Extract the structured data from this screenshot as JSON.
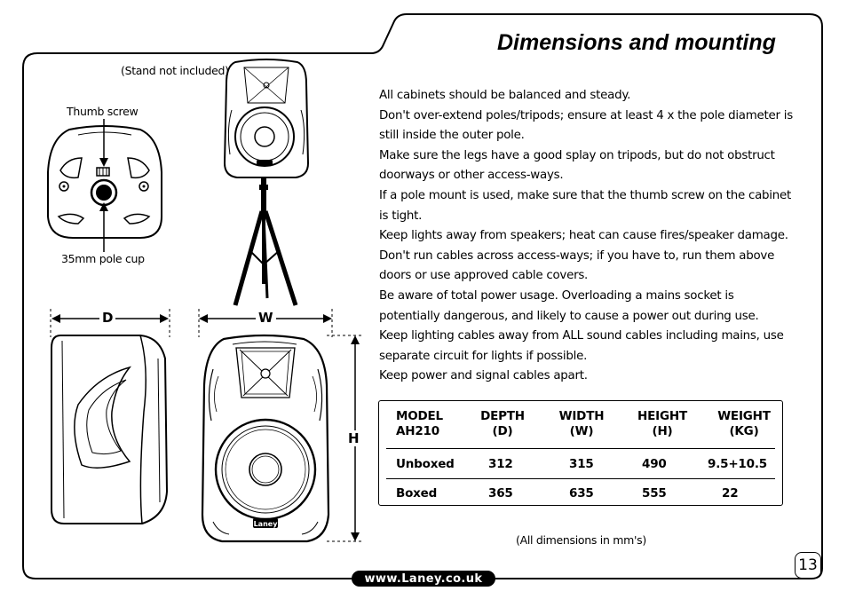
{
  "page": {
    "title": "Dimensions and mounting",
    "page_number": "13",
    "footer_url": "www.Laney.co.uk"
  },
  "figures": {
    "stand_note": "(Stand not included)",
    "thumb_screw_label": "Thumb screw",
    "pole_cup_label": "35mm pole cup",
    "depth_label": "D",
    "width_label": "W",
    "height_label": "H",
    "badge_text": "Laney"
  },
  "body": {
    "paragraphs": [
      "All cabinets should be balanced and steady.",
      "Don't over-extend poles/tripods; ensure at least 4 x the pole diameter is still inside the outer pole.",
      "Make sure the legs have a good splay on tripods, but do not obstruct doorways or other access-ways.",
      "If a pole mount is used, make sure that the thumb screw on the cabinet is tight.",
      "Keep lights away from speakers; heat can cause fires/speaker damage.",
      "Don't run cables across access-ways; if you have to, run them above doors or use approved cable covers.",
      "Be aware of total power usage. Overloading a mains socket is potentially dangerous, and likely to cause a power out during use.",
      "Keep lighting cables away from ALL sound cables including mains, use separate circuit for lights if possible.",
      "Keep power and signal cables apart."
    ]
  },
  "table": {
    "headers": [
      [
        "MODEL",
        "AH210"
      ],
      [
        "DEPTH",
        "(D)"
      ],
      [
        "WIDTH",
        "(W)"
      ],
      [
        "HEIGHT",
        "(H)"
      ],
      [
        "WEIGHT",
        "(KG)"
      ]
    ],
    "rows": [
      [
        "Unboxed",
        "312",
        "315",
        "490",
        "9.5+10.5"
      ],
      [
        "Boxed",
        "365",
        "635",
        "555",
        "22"
      ]
    ],
    "footnote": "(All dimensions in mm's)"
  }
}
